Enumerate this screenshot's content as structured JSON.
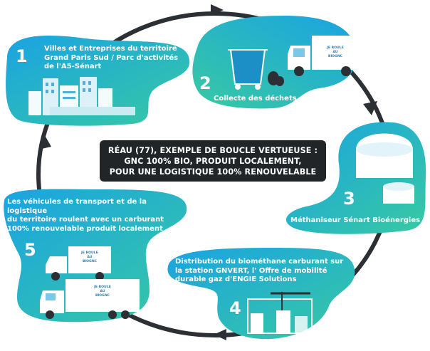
{
  "banner": {
    "line1": "RÉAU (77), EXEMPLE DE BOUCLE VERTUEUSE :",
    "line2": "GNC 100% BIO, PRODUIT LOCALEMENT,",
    "line3": "POUR UNE LOGISTIQUE 100% RENOUVELABLE"
  },
  "steps": [
    {
      "number": "1",
      "lines": [
        "Villes et  Entreprises du territoire",
        "Grand Paris Sud / Parc d'activités",
        "de l'A5-Sénart"
      ]
    },
    {
      "number": "2",
      "lines": [
        "Collecte des déchets"
      ]
    },
    {
      "number": "3",
      "lines": [
        "Méthaniseur Sénart Bioénergies"
      ]
    },
    {
      "number": "4",
      "lines": [
        "Distribution du biométhane carburant sur",
        "la station GNVERT, l' Offre de mobilité",
        "durable gaz d'ENGIE Solutions"
      ]
    },
    {
      "number": "5",
      "lines": [
        "Les véhicules de transport et de la logistique",
        "du territoire roulent avec un carburant",
        "100% renouvelable produit localement"
      ]
    }
  ],
  "truck_slogan": [
    "JE ROULE",
    "AU",
    "BIOGNC"
  ],
  "colors": {
    "blob_start": "#1ea6e0",
    "blob_end": "#34c6a4",
    "ring": "#2c2f33",
    "banner": "#222528"
  },
  "icons": [
    "cycle-arrow-icon",
    "city-buildings-icon",
    "garbage-truck-icon",
    "waste-container-icon",
    "garbage-bag-icon",
    "digester-tank-icon",
    "fuel-pump-icon",
    "delivery-truck-icon",
    "semi-truck-icon"
  ]
}
